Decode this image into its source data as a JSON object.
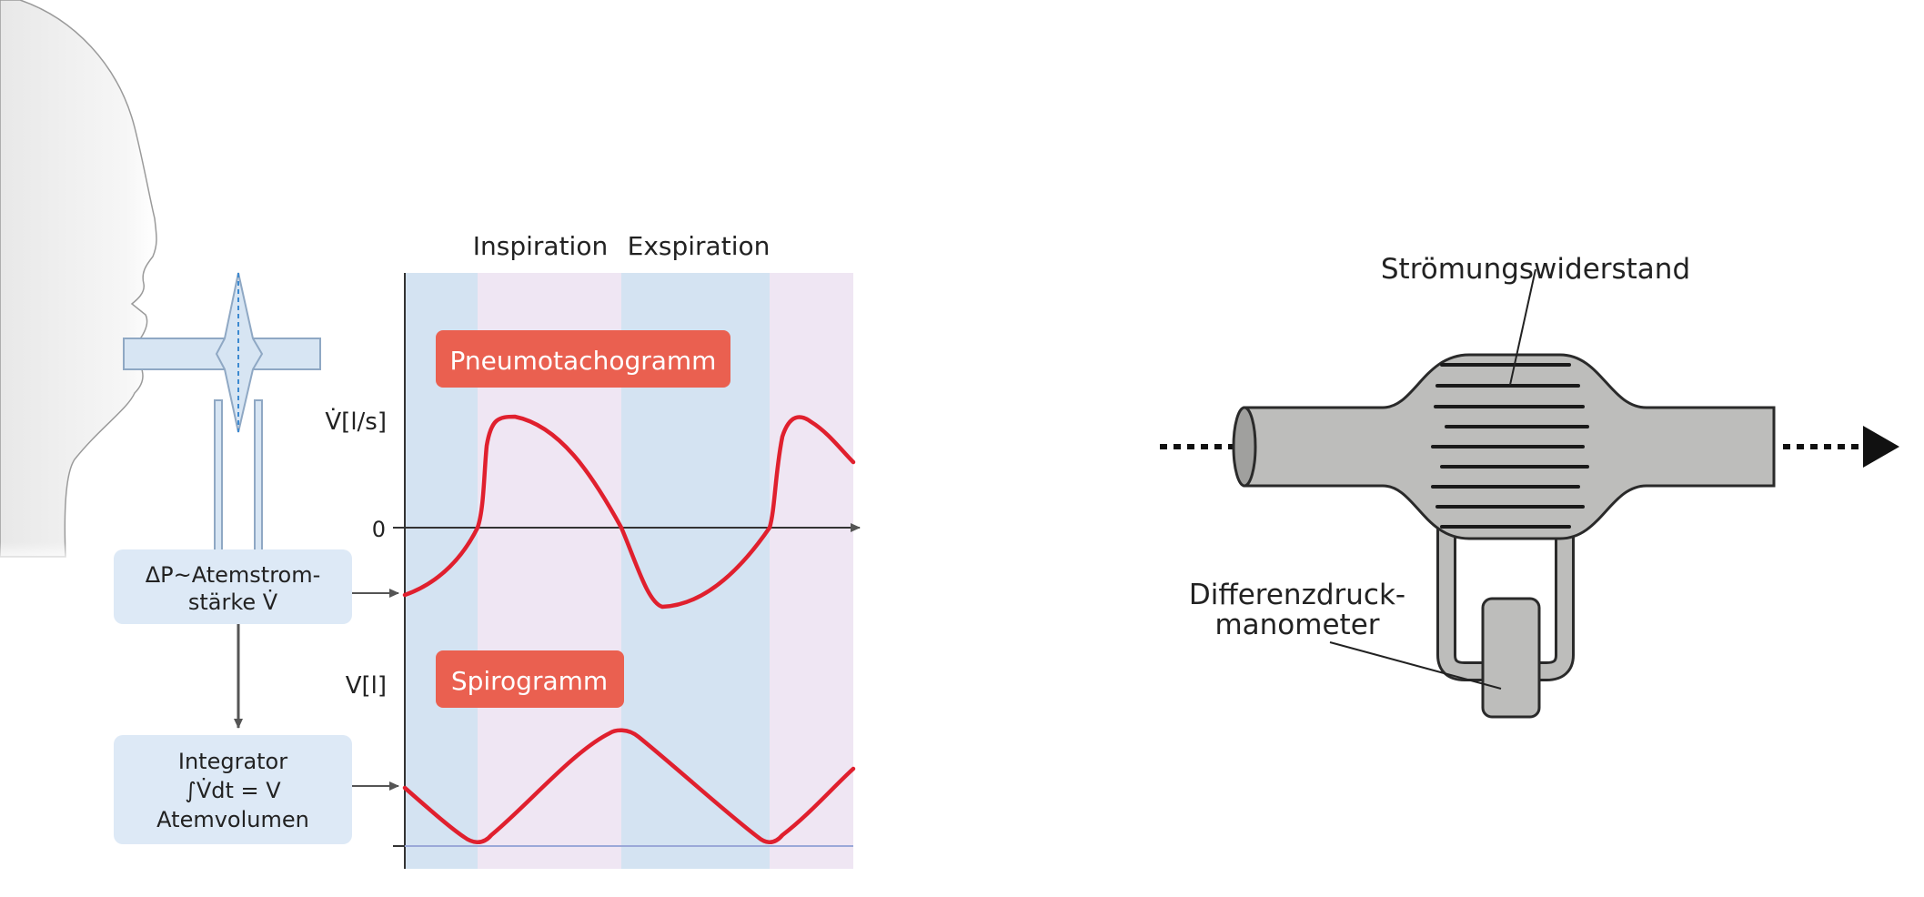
{
  "left_panel": {
    "phase_labels": {
      "inspiration": "Inspiration",
      "expiration": "Exspiration"
    },
    "badges": {
      "pneumotachogram": "Pneumotachogramm",
      "spirogram": "Spirogramm"
    },
    "axis_labels": {
      "flow": "V̇[l/s]",
      "zero": "0",
      "volume": "V[l]"
    },
    "boxes": {
      "pressure": {
        "line1": "ΔP~Atemstrom-",
        "line2": "stärke V̇"
      },
      "integrator": {
        "line1": "Integrator",
        "line2": "∫V̇dt = V",
        "line3": "Atemvolumen"
      }
    },
    "colors": {
      "inspiration_bg": "#d4e3f2",
      "expiration_bg": "#efe6f3",
      "curve": "#e0202e",
      "badge": "#ea6050",
      "box": "#dde9f6"
    }
  },
  "right_panel": {
    "labels": {
      "resistance": "Strömungswiderstand",
      "manometer_line1": "Differenzdruck-",
      "manometer_line2": "manometer"
    },
    "colors": {
      "body": "#bdbdbb",
      "outline": "#2a2a2a"
    }
  }
}
